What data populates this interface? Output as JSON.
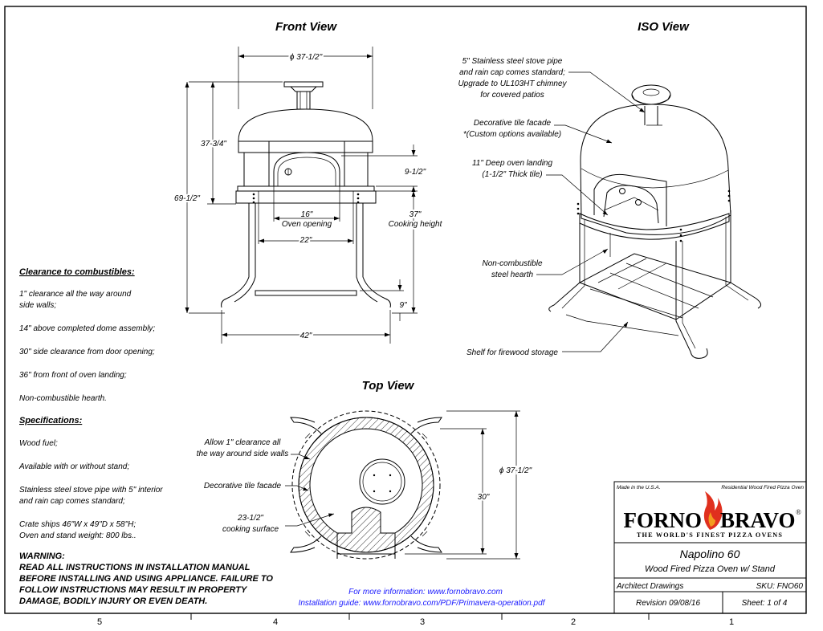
{
  "views": {
    "front_title": "Front View",
    "iso_title": "ISO View",
    "top_title": "Top View"
  },
  "front_dims": {
    "diameter": "ϕ 37-1/2\"",
    "dome_height": "37-3/4\"",
    "total_height": "69-1/2\"",
    "opening_height": "9-1/2\"",
    "opening_width": "16\"",
    "opening_label": "Oven opening",
    "cooking_height": "37\"",
    "cooking_label": "Cooking height",
    "landing_width": "22\"",
    "shelf_height": "9\"",
    "stand_width": "42\""
  },
  "iso_notes": {
    "stove_pipe": [
      "5\" Stainless steel stove pipe",
      "and rain cap comes standard;",
      "Upgrade to UL103HT chimney",
      "for covered patios"
    ],
    "tile_facade": [
      "Decorative tile facade",
      "*(Custom options available)"
    ],
    "landing": [
      "11\" Deep oven landing",
      "(1-1/2\" Thick tile)"
    ],
    "hearth": [
      "Non-combustible",
      "steel hearth"
    ],
    "shelf": "Shelf for firewood storage"
  },
  "top_notes": {
    "clearance": [
      "Allow 1\" clearance all",
      "the way around side walls"
    ],
    "facade": "Decorative tile facade",
    "surface": [
      "23-1/2\"",
      "cooking surface"
    ],
    "diameter": "ϕ 37-1/2\"",
    "depth": "30\""
  },
  "clearance": {
    "heading": "Clearance to combustibles:",
    "items": [
      [
        "1\" clearance all the way around",
        "side walls;"
      ],
      [
        "14\" above completed dome assembly;"
      ],
      [
        "30\" side clearance from door opening;"
      ],
      [
        "36\" from front of oven landing;"
      ],
      [
        "Non-combustible hearth."
      ]
    ]
  },
  "specifications": {
    "heading": "Specifications:",
    "items": [
      [
        "Wood fuel;"
      ],
      [
        "Available with or without stand;"
      ],
      [
        "Stainless steel stove pipe with 5\" interior",
        "and rain cap comes standard;"
      ],
      [
        "Crate ships 46\"W x 49\"D x 58\"H;",
        "Oven and stand weight: 800 lbs.."
      ]
    ]
  },
  "warning": {
    "heading": "WARNING:",
    "lines": [
      "READ ALL INSTRUCTIONS IN INSTALLATION MANUAL",
      "BEFORE INSTALLING AND USING APPLIANCE. FAILURE TO",
      "FOLLOW INSTRUCTIONS MAY RESULT IN PROPERTY",
      "DAMAGE, BODILY INJURY OR EVEN DEATH."
    ]
  },
  "links": {
    "info": "For more information: www.fornobravo.com",
    "guide": "Installation guide: www.fornobravo.com/PDF/Primavera-operation.pdf"
  },
  "title_block": {
    "made_in": "Made in the U.S.A.",
    "category": "Residential Wood Fired Pizza Oven",
    "brand_left": "FORNO",
    "brand_right": "BRAVO",
    "registered": "®",
    "tagline": "THE WORLD'S FINEST PIZZA OVENS",
    "model": "Napolino 60",
    "description": "Wood Fired Pizza Oven w/ Stand",
    "drawing_type": "Architect Drawings",
    "sku": "SKU: FNO60",
    "revision": "Revision  09/08/16",
    "sheet": "Sheet: 1 of 4"
  },
  "zones": [
    "5",
    "4",
    "3",
    "2",
    "1"
  ],
  "colors": {
    "line": "#000000",
    "link": "#1a1aff",
    "flame_red": "#e0301e",
    "flame_orange": "#f39c1f"
  }
}
